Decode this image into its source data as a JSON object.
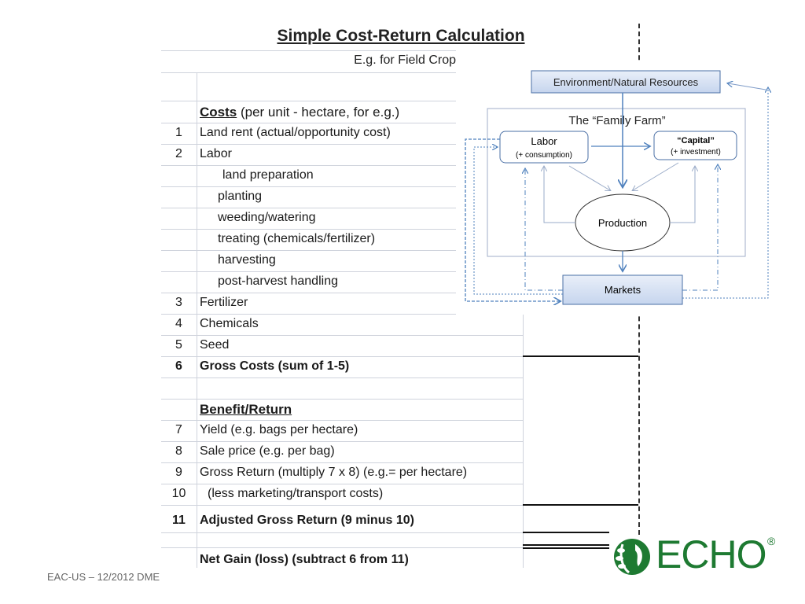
{
  "title": "Simple Cost-Return Calculation",
  "subtitle": "E.g. for Field Crop",
  "costs_header": {
    "heading": "Costs",
    "note": " (per unit - hectare, for e.g.)"
  },
  "rows": [
    {
      "num": "1",
      "label": "Land rent (actual/opportunity cost)"
    },
    {
      "num": "2",
      "label": "Labor"
    },
    {
      "num": "",
      "label": "land preparation"
    },
    {
      "num": "",
      "label": "planting"
    },
    {
      "num": "",
      "label": "weeding/watering"
    },
    {
      "num": "",
      "label": "treating (chemicals/fertilizer)"
    },
    {
      "num": "",
      "label": "harvesting"
    },
    {
      "num": "",
      "label": "post-harvest handling"
    },
    {
      "num": "3",
      "label": "Fertilizer"
    },
    {
      "num": "4",
      "label": "Chemicals"
    },
    {
      "num": "5",
      "label": "Seed"
    },
    {
      "num": "6",
      "label": "Gross Costs (sum of 1-5)"
    }
  ],
  "benefit_header": "Benefit/Return",
  "benefit_rows": [
    {
      "num": "7",
      "label": "Yield (e.g. bags per hectare)"
    },
    {
      "num": "8",
      "label": "Sale price (e.g. per bag)"
    },
    {
      "num": "9",
      "label": "Gross Return (multiply 7 x 8) (e.g.= per hectare)"
    },
    {
      "num": "10",
      "label": "(less marketing/transport costs)"
    },
    {
      "num": "11",
      "label": "Adjusted Gross Return (9 minus 10)"
    }
  ],
  "net_gain": "Net Gain (loss) (subtract 6 from 11)",
  "diagram": {
    "environment": "Environment/Natural Resources",
    "family_farm": "The “Family Farm”",
    "labor": "Labor",
    "labor_sub": "(+ consumption)",
    "capital": "“Capital”",
    "capital_sub": "(+ investment)",
    "production": "Production",
    "markets": "Markets"
  },
  "footer": "EAC-US – 12/2012 DME",
  "logo": {
    "text": "ECHO",
    "reg": "®"
  },
  "colors": {
    "box_fill": "#d6e1f3",
    "box_stroke": "#4a6fa5",
    "arrow": "#4f81bd",
    "logo_green": "#1e7a32"
  }
}
